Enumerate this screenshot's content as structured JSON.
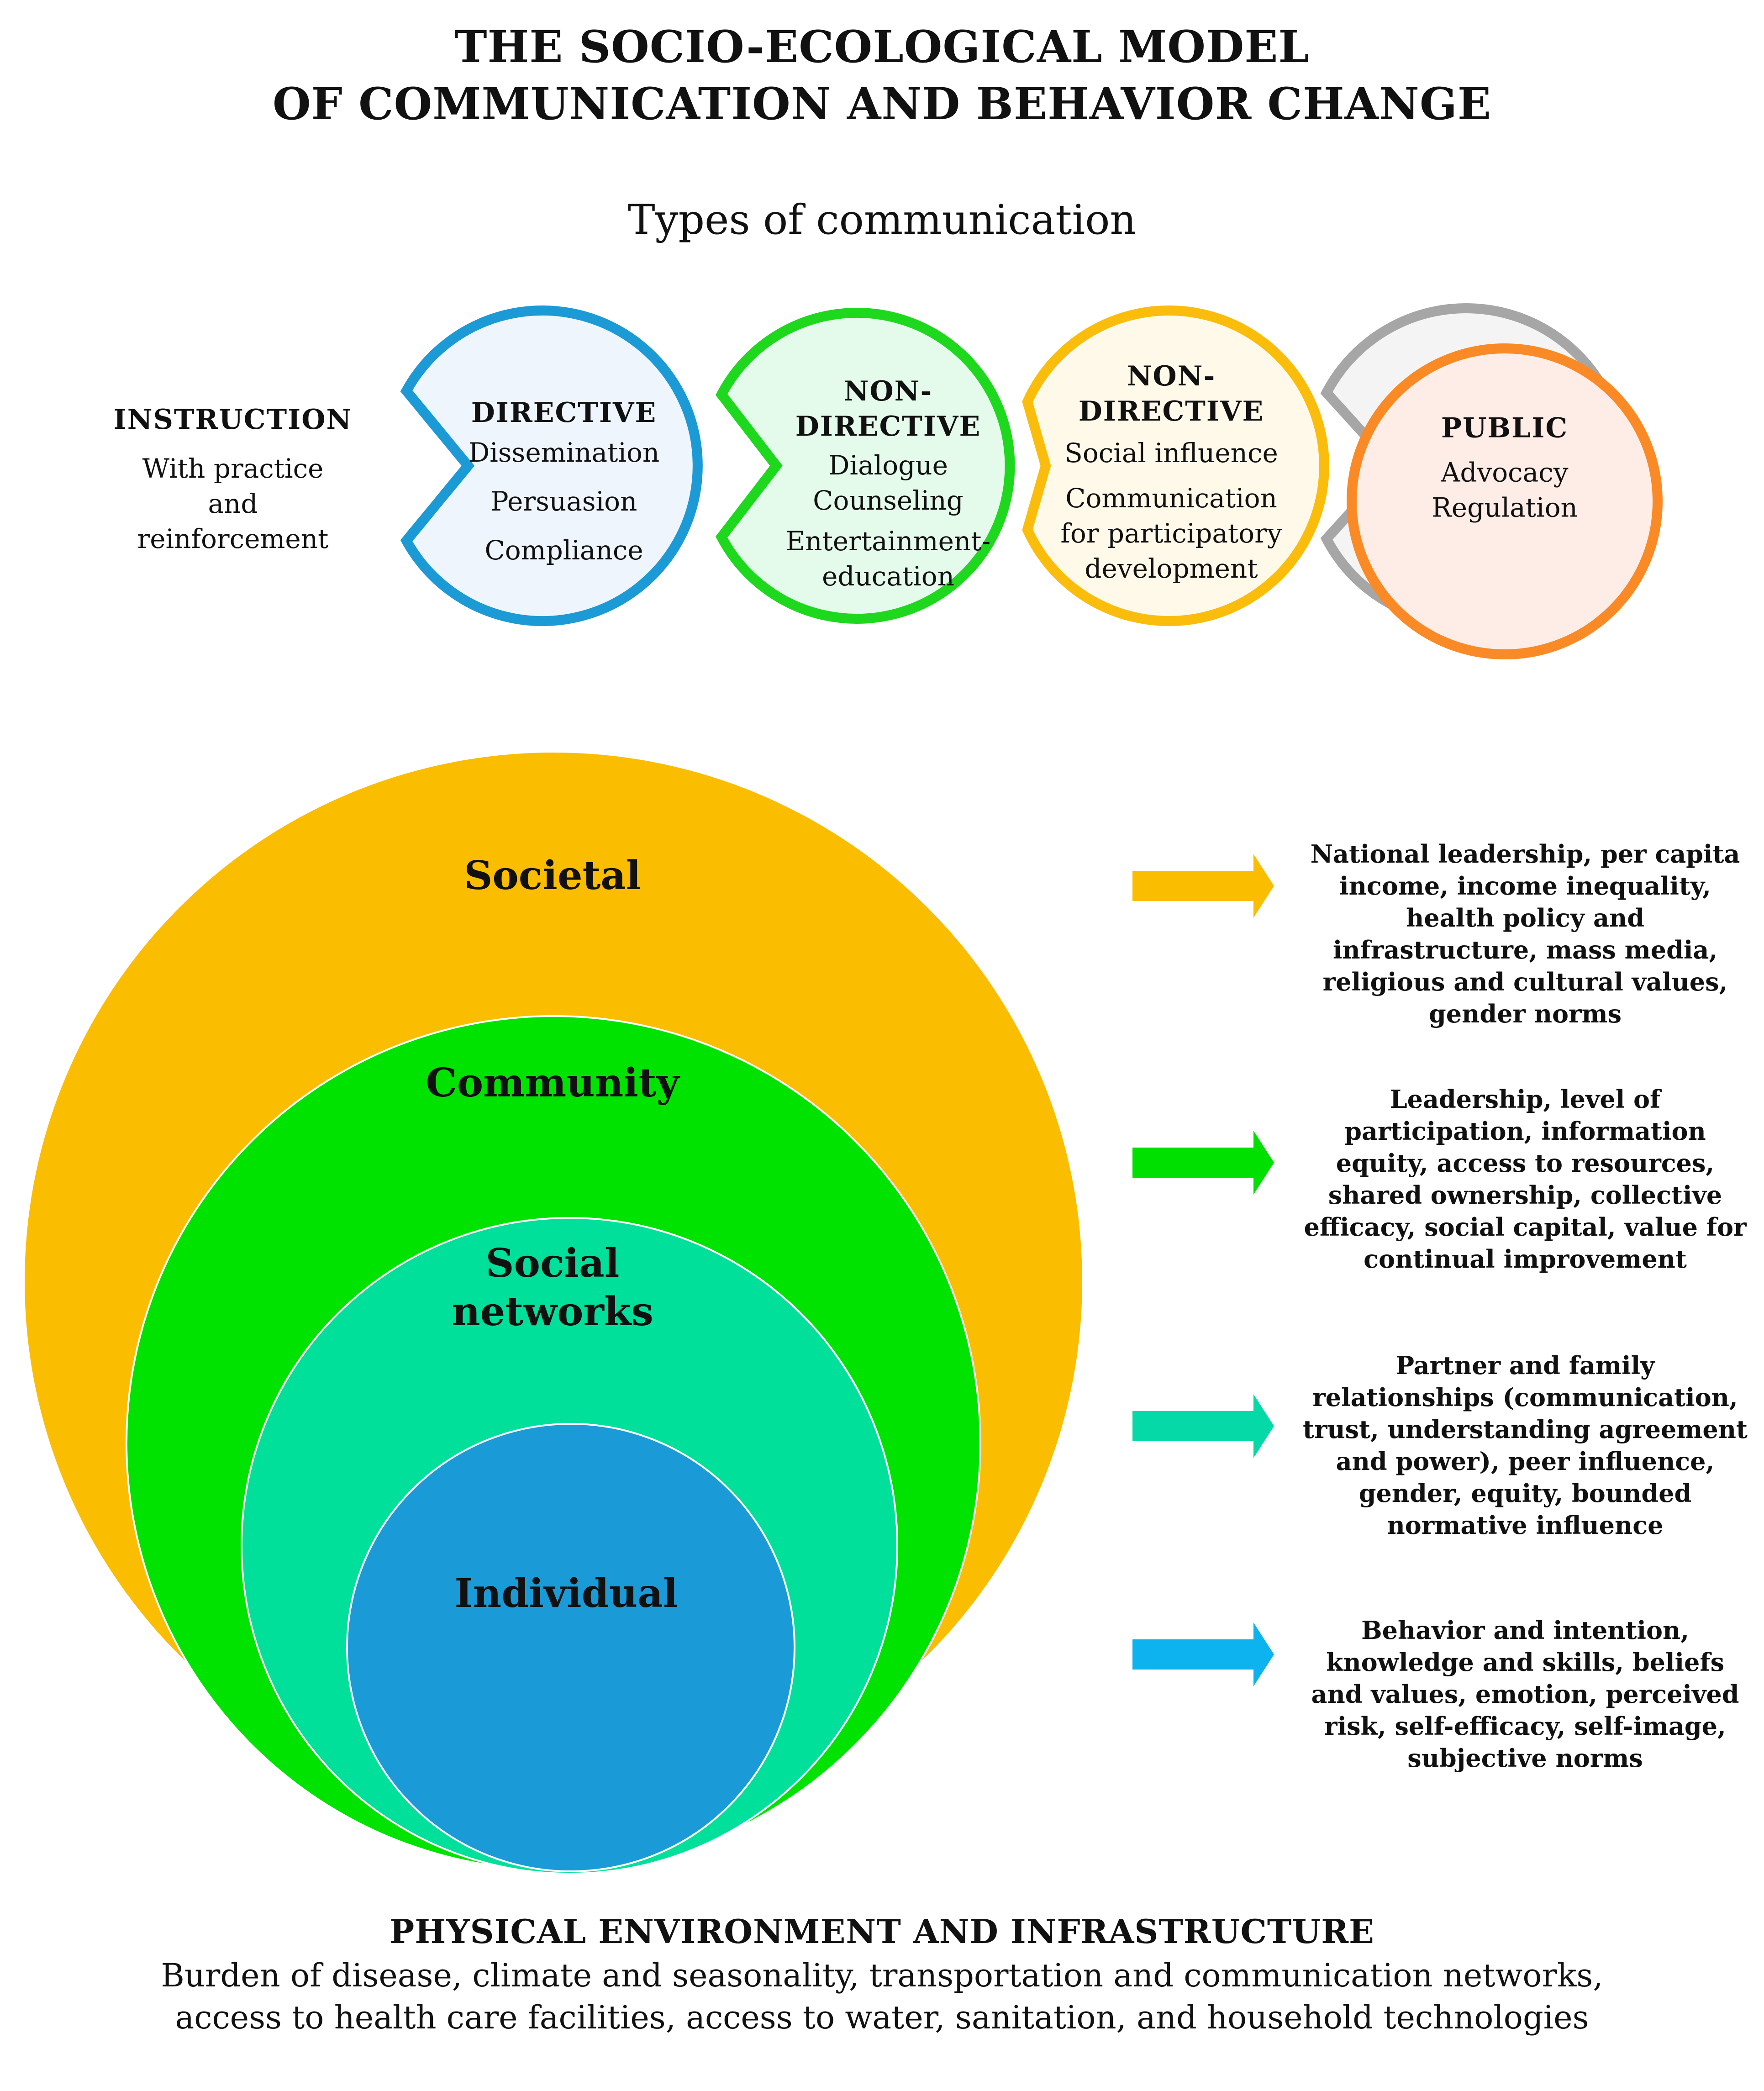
{
  "title": {
    "line1": "THE SOCIO-ECOLOGICAL MODEL",
    "line2": "OF COMMUNICATION AND BEHAVIOR CHANGE"
  },
  "subtitle": "Types of communication",
  "communication_types": [
    {
      "heading": [
        "INSTRUCTION"
      ],
      "items": [
        "With practice",
        "and",
        "reinforcement"
      ],
      "color": "#1b9ad6",
      "fill": "#eef5fc"
    },
    {
      "heading": [
        "DIRECTIVE"
      ],
      "items": [
        "Dissemination",
        "Persuasion",
        "Compliance"
      ],
      "color": "#1ed81e",
      "fill": "#e4faea"
    },
    {
      "heading": [
        "NON-",
        "DIRECTIVE"
      ],
      "items": [
        "Dialogue",
        "Counseling",
        "Entertainment-",
        "education"
      ],
      "color": "#fbbd0c",
      "fill": "#fff9ea"
    },
    {
      "heading": [
        "NON-",
        "DIRECTIVE"
      ],
      "items": [
        "Social influence",
        "Communication",
        "for participatory",
        "development"
      ],
      "color": "#a6a6a6",
      "fill": "#f4f4f4"
    },
    {
      "heading": [
        "PUBLIC"
      ],
      "items": [
        "Advocacy",
        "Regulation"
      ],
      "color": "#f98a25",
      "fill": "#fdede6"
    }
  ],
  "levels": [
    {
      "label": "Societal",
      "color": "#fbbd00",
      "arrow_color": "#fbbd00",
      "description": "National leadership, per capita income, income inequality, health policy and infrastructure, mass media, religious and cultural values, gender norms"
    },
    {
      "label": "Community",
      "color": "#00e300",
      "arrow_color": "#00e000",
      "description": "Leadership, level of participation, information equity, access to resources, shared ownership, collective efficacy, social capital, value for continual improvement"
    },
    {
      "label": "Social networks",
      "color": "#00e09a",
      "arrow_color": "#05d9a8",
      "description": "Partner and family relationships (communication, trust, understanding agreement and power), peer influence, gender, equity, bounded normative influence"
    },
    {
      "label": "Individual",
      "color": "#1a9bd8",
      "arrow_color": "#0db3ee",
      "description": "Behavior and intention, knowledge and skills, beliefs and values, emotion, perceived risk, self-efficacy, self-image, subjective norms"
    }
  ],
  "footer": {
    "heading": "PHYSICAL ENVIRONMENT AND INFRASTRUCTURE",
    "body": "Burden of disease, climate and seasonality, transportation and communication networks, access to health care facilities, access to water, sanitation, and household technologies"
  }
}
